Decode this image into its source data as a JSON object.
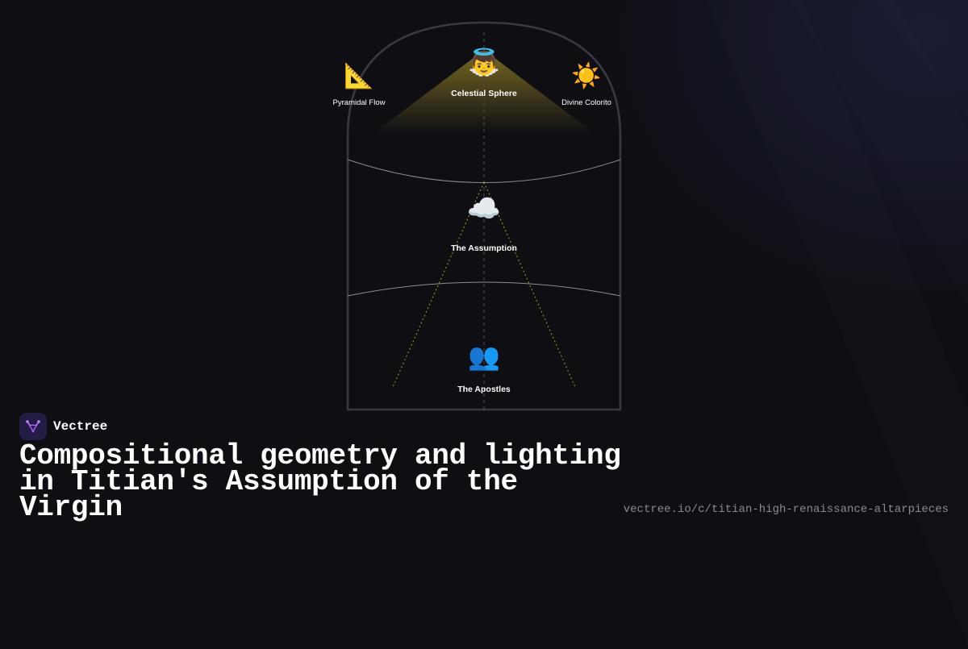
{
  "brand": {
    "name": "Vectree",
    "logo_icon": "vectree-logo-icon",
    "accent": "#a855f7"
  },
  "title": "Compositional geometry and lighting in Titian's Assumption of the Virgin",
  "url": "vectree.io/c/titian-high-renaissance-altarpieces",
  "diagram": {
    "nodes": {
      "pyramidal_flow": {
        "label": "Pyramidal Flow",
        "icon": "triangular-ruler-icon",
        "glyph": "📐"
      },
      "celestial_sphere": {
        "label": "Celestial Sphere",
        "icon": "angel-icon",
        "glyph": "👼"
      },
      "divine_colorito": {
        "label": "Divine Colorito",
        "icon": "sun-icon",
        "glyph": "☀️"
      },
      "assumption": {
        "label": "The Assumption",
        "icon": "cloud-icon",
        "glyph": "☁️"
      },
      "apostles": {
        "label": "The Apostles",
        "icon": "people-icon",
        "glyph": "👥"
      }
    },
    "colors": {
      "frame": "#3a3a40",
      "divider": "#8c8c92",
      "light": "#d4b830",
      "guide": "#b09a2a"
    }
  }
}
